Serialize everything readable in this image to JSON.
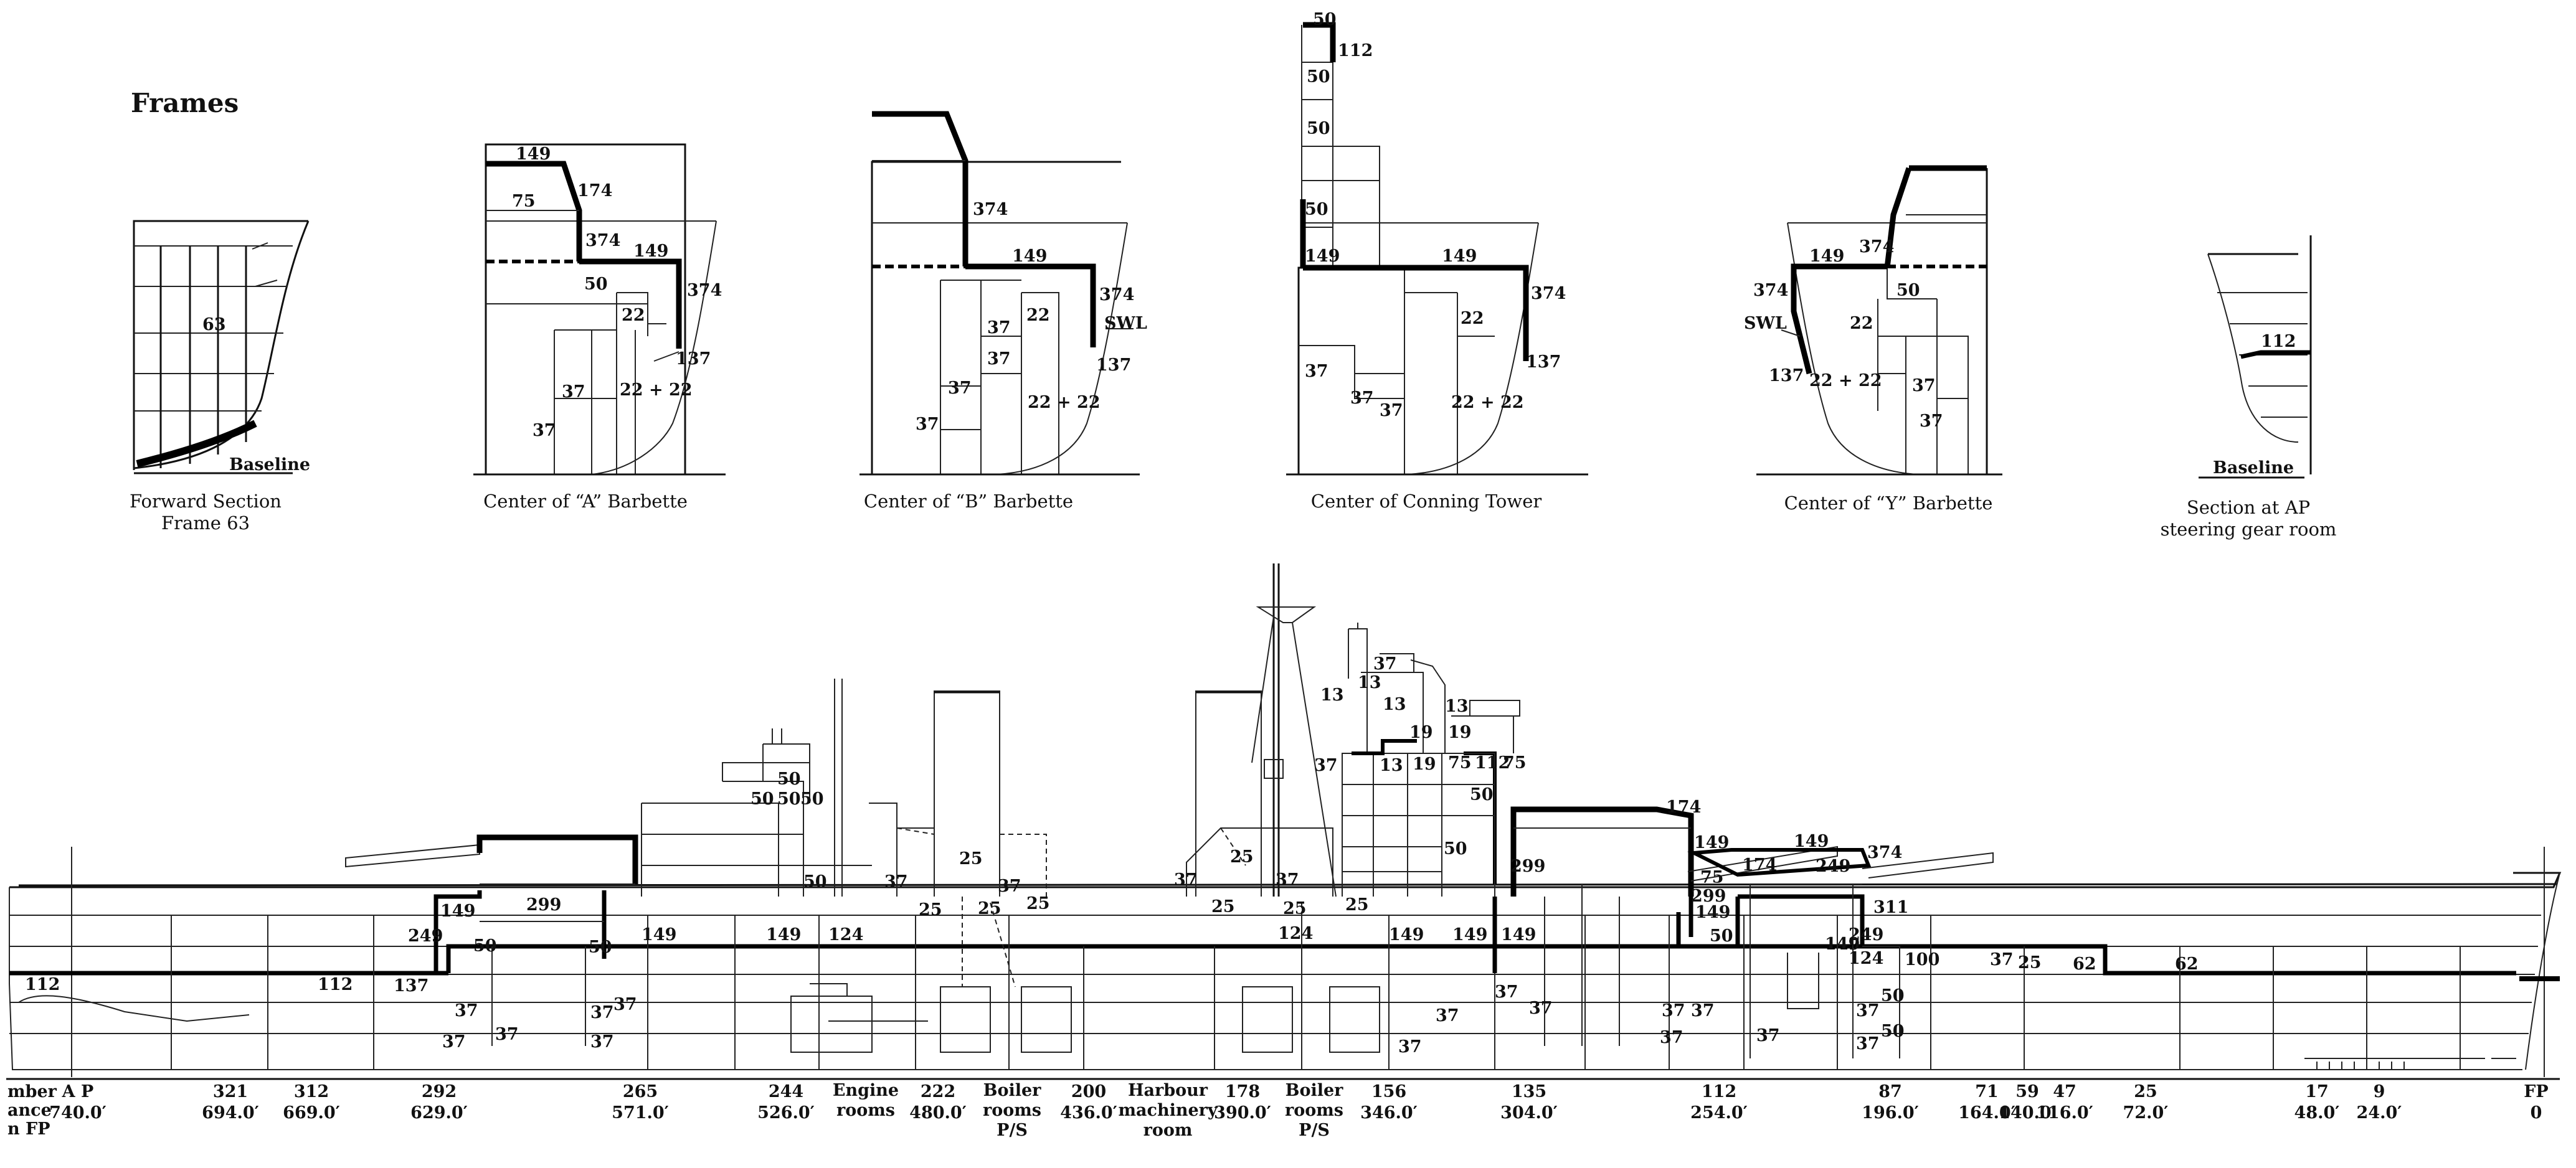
{
  "frames": {
    "title": "Frames",
    "sections": [
      {
        "caption_lines": [
          "Forward Section",
          "Frame 63"
        ],
        "labels": [
          "63",
          "Baseline"
        ]
      },
      {
        "caption_lines": [
          "Center of “A” Barbette"
        ],
        "labels": [
          "149",
          "174",
          "75",
          "374",
          "149",
          "50",
          "22",
          "374",
          "137",
          "37",
          "22 + 22",
          "37"
        ]
      },
      {
        "caption_lines": [
          "Center of “B” Barbette"
        ],
        "labels": [
          "374",
          "149",
          "37",
          "22",
          "374",
          "SWL",
          "37",
          "137",
          "37",
          "22 + 22",
          "37"
        ]
      },
      {
        "caption_lines": [
          "Center of Conning Tower"
        ],
        "labels": [
          "50",
          "112",
          "50",
          "50",
          "50",
          "149",
          "149",
          "374",
          "22",
          "137",
          "37",
          "37",
          "37",
          "22 + 22"
        ]
      },
      {
        "caption_lines": [
          "Center of “Y” Barbette"
        ],
        "labels": [
          "149",
          "374",
          "374",
          "50",
          "SWL",
          "22",
          "137",
          "22 + 22",
          "37",
          "37"
        ]
      },
      {
        "caption_lines": [
          "Section at AP",
          "steering gear room"
        ],
        "labels": [
          "112",
          "Baseline"
        ]
      }
    ]
  },
  "profile": {
    "armor_labels": [
      "112",
      "112",
      "137",
      "249",
      "149",
      "50",
      "37",
      "37",
      "299",
      "50",
      "37",
      "37",
      "37",
      "37",
      "149",
      "149",
      "124",
      "50",
      "50",
      "50",
      "50",
      "50",
      "37",
      "25",
      "25",
      "25",
      "37",
      "25",
      "37",
      "37",
      "25",
      "25",
      "25",
      "124",
      "25",
      "37",
      "13",
      "13",
      "13",
      "13",
      "19",
      "19",
      "37",
      "13",
      "19",
      "75",
      "112",
      "75",
      "50",
      "50",
      "149",
      "149",
      "149",
      "37",
      "37",
      "37",
      "37",
      "299",
      "174",
      "149",
      "149",
      "374",
      "174",
      "249",
      "75",
      "299",
      "149",
      "50",
      "37",
      "37",
      "37",
      "37",
      "311",
      "149",
      "249",
      "124",
      "100",
      "37",
      "25",
      "62",
      "62",
      "50",
      "37",
      "50",
      "37"
    ],
    "row_header": [
      "mber",
      "ance",
      "n FP"
    ],
    "stations": [
      {
        "frame": "A P",
        "dist": "740.0′"
      },
      {
        "frame": "321",
        "dist": "694.0′"
      },
      {
        "frame": "312",
        "dist": "669.0′"
      },
      {
        "frame": "292",
        "dist": "629.0′"
      },
      {
        "frame": "265",
        "dist": "571.0′"
      },
      {
        "frame": "244",
        "dist": "526.0′"
      },
      {
        "frame": "222",
        "dist": "480.0′"
      },
      {
        "frame": "200",
        "dist": "436.0′"
      },
      {
        "frame": "178",
        "dist": "390.0′"
      },
      {
        "frame": "156",
        "dist": "346.0′"
      },
      {
        "frame": "135",
        "dist": "304.0′"
      },
      {
        "frame": "112",
        "dist": "254.0′"
      },
      {
        "frame": "87",
        "dist": "196.0′"
      },
      {
        "frame": "71",
        "dist": "164.0′"
      },
      {
        "frame": "59",
        "dist": "140.0′"
      },
      {
        "frame": "47",
        "dist": "116.0′"
      },
      {
        "frame": "25",
        "dist": "72.0′"
      },
      {
        "frame": "17",
        "dist": "48.0′"
      },
      {
        "frame": "9",
        "dist": "24.0′"
      },
      {
        "frame": "FP",
        "dist": "0"
      }
    ],
    "compartments": [
      {
        "lines": [
          "Engine",
          "rooms"
        ]
      },
      {
        "lines": [
          "Boiler",
          "rooms",
          "P/S"
        ]
      },
      {
        "lines": [
          "Harbour",
          "machinery",
          "room"
        ]
      },
      {
        "lines": [
          "Boiler",
          "rooms",
          "P/S"
        ]
      }
    ]
  }
}
